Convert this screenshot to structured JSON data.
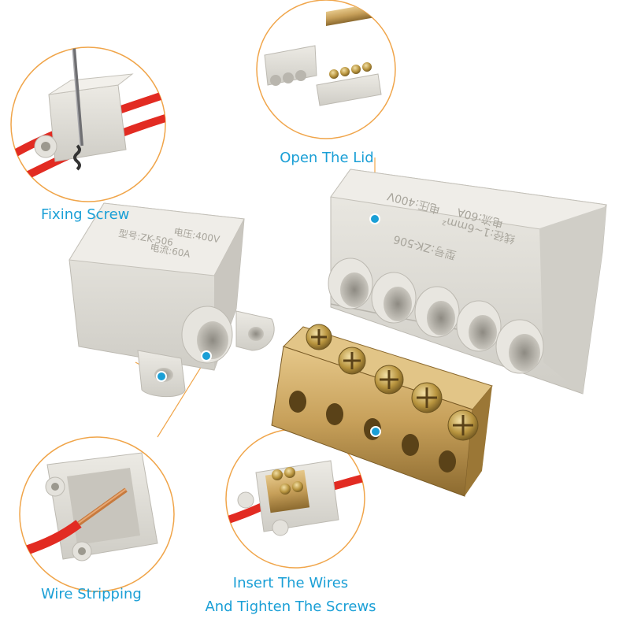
{
  "callouts": {
    "fixing_screw": "Fixing Screw",
    "open_lid": "Open The Lid",
    "wire_stripping": "Wire Stripping",
    "insert_line1": "Insert The Wires",
    "insert_line2": "And Tighten The Screws"
  },
  "housing_text": {
    "large_model": "型号:ZK-506",
    "large_voltage": "电压:400V",
    "large_current": "电流:60A",
    "large_wire": "线径:1~6mm²",
    "small_model": "型号:ZK-506",
    "small_voltage": "电压:400V",
    "small_current": "电流:60A"
  },
  "colors": {
    "accent": "#1a9fd6",
    "callout_ring": "#f0a54a",
    "housing": "#dcdbd6",
    "brass": "#c9a45b",
    "wire": "#e22b22"
  }
}
